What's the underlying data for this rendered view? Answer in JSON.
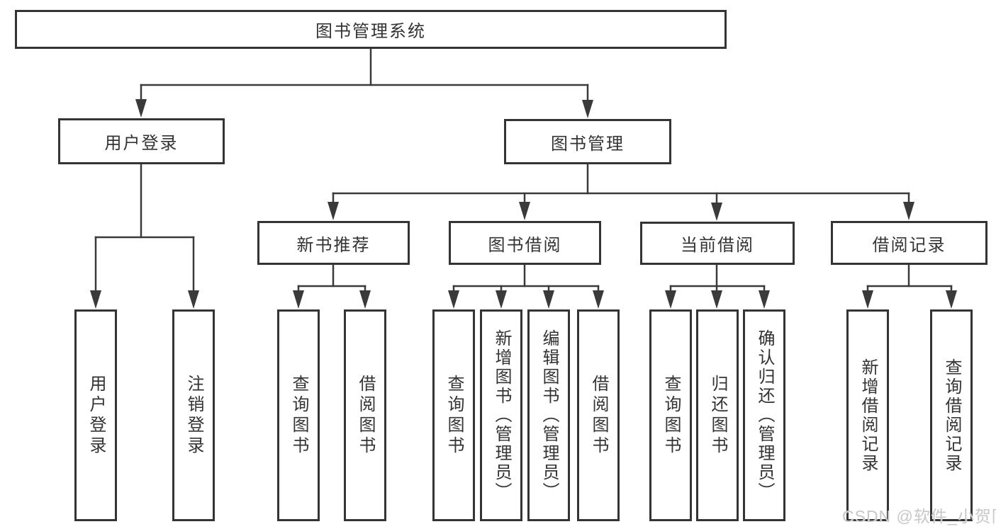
{
  "tree": {
    "label": "图书管理系统",
    "children": [
      {
        "label": "用户登录",
        "children": [
          {
            "label": "用户登录"
          },
          {
            "label": "注销登录"
          }
        ]
      },
      {
        "label": "图书管理",
        "children": [
          {
            "label": "新书推荐",
            "children": [
              {
                "label": "查询图书"
              },
              {
                "label": "借阅图书"
              }
            ]
          },
          {
            "label": "图书借阅",
            "children": [
              {
                "label": "查询图书"
              },
              {
                "label": "新增图书（管理员）"
              },
              {
                "label": "编辑图书（管理员）"
              },
              {
                "label": "借阅图书"
              }
            ]
          },
          {
            "label": "当前借阅",
            "children": [
              {
                "label": "查询图书"
              },
              {
                "label": "归还图书"
              },
              {
                "label": "确认归还（管理员）"
              }
            ]
          },
          {
            "label": "借阅记录",
            "children": [
              {
                "label": "新增借阅记录"
              },
              {
                "label": "查询借阅记录"
              }
            ]
          }
        ]
      }
    ]
  },
  "watermark": "CSDN @软件_小贺同学",
  "colors": {
    "line": "#3a3a3a",
    "box_border": "#343434",
    "text": "#333333",
    "watermark": "#c7c7c7"
  }
}
